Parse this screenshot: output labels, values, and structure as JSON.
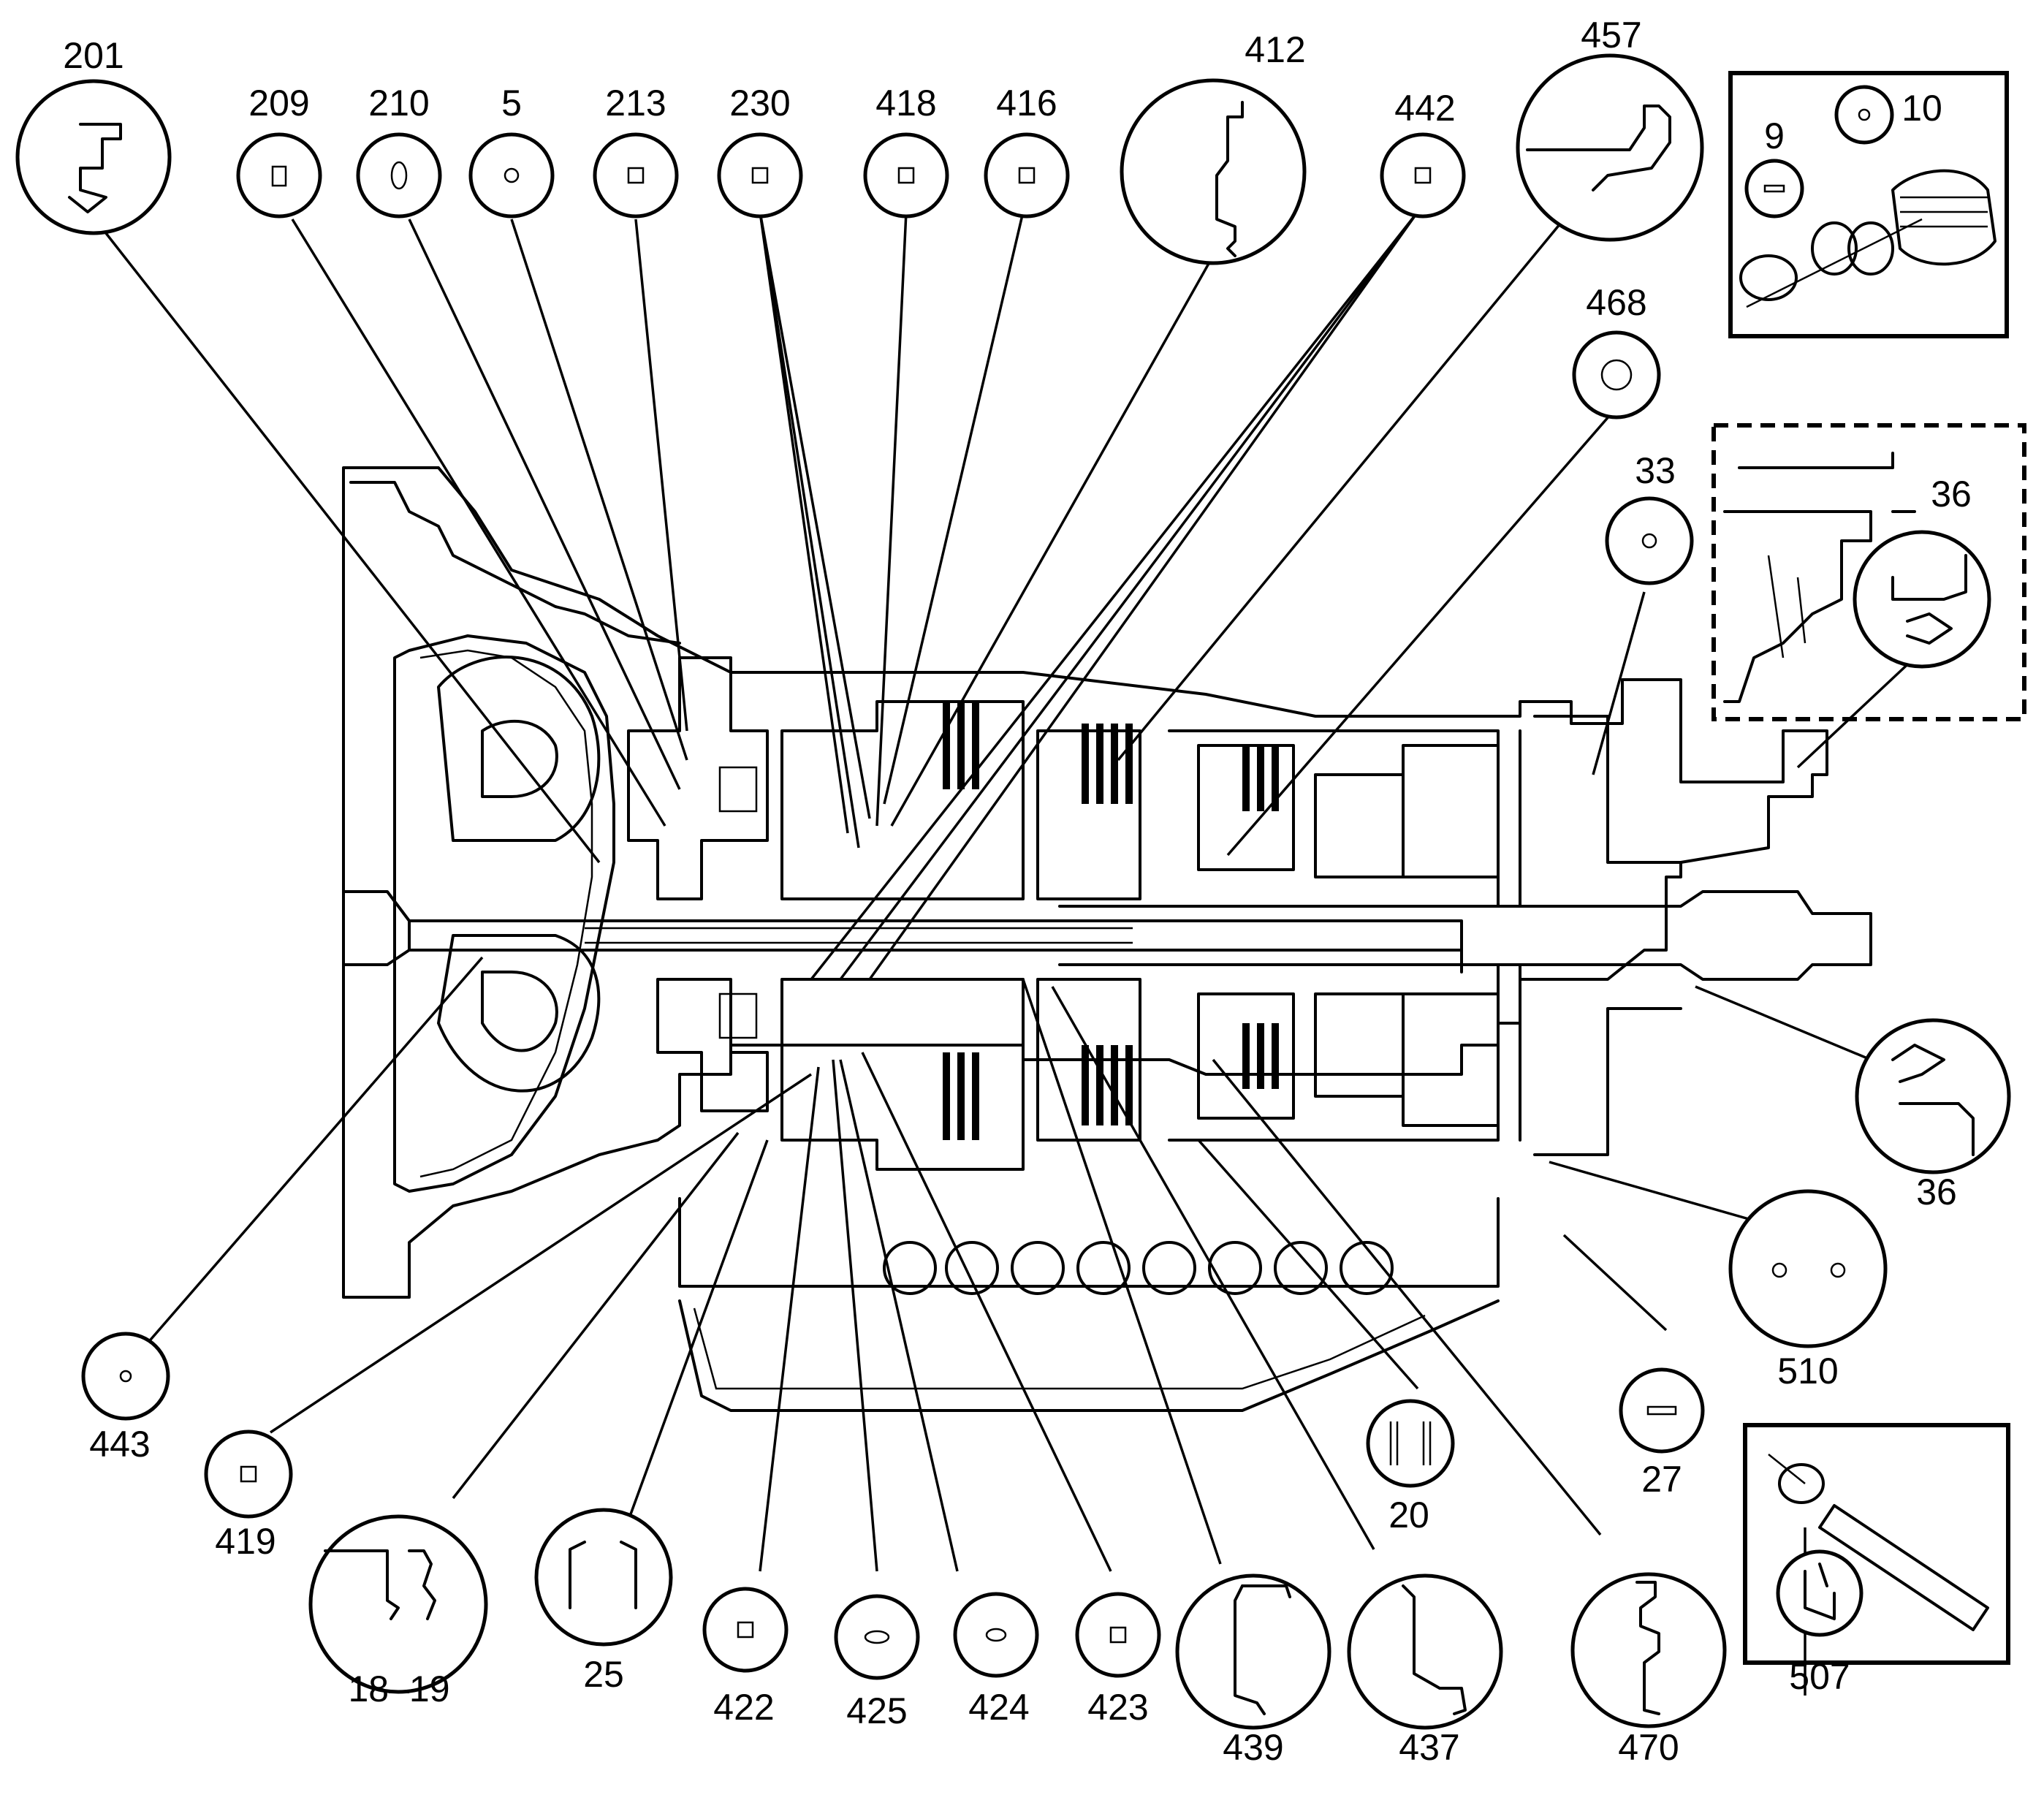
{
  "callouts": [
    {
      "id": "201"
    },
    {
      "id": "209"
    },
    {
      "id": "210"
    },
    {
      "id": "5"
    },
    {
      "id": "213"
    },
    {
      "id": "230"
    },
    {
      "id": "418"
    },
    {
      "id": "416"
    },
    {
      "id": "412"
    },
    {
      "id": "442"
    },
    {
      "id": "457"
    },
    {
      "id": "9"
    },
    {
      "id": "10"
    },
    {
      "id": "468"
    },
    {
      "id": "33"
    },
    {
      "id": "36"
    },
    {
      "id": "36"
    },
    {
      "id": "510"
    },
    {
      "id": "27"
    },
    {
      "id": "507"
    },
    {
      "id": "443"
    },
    {
      "id": "419"
    },
    {
      "id": "18–19"
    },
    {
      "id": "25"
    },
    {
      "id": "422"
    },
    {
      "id": "425"
    },
    {
      "id": "424"
    },
    {
      "id": "423"
    },
    {
      "id": "439"
    },
    {
      "id": "437"
    },
    {
      "id": "20"
    },
    {
      "id": "470"
    }
  ],
  "colors": {
    "ink": "#000000",
    "paper": "#ffffff"
  },
  "icons": [
    "seal-profile-icon",
    "square-ring-icon",
    "o-ring-icon",
    "washer-icon",
    "piston-seal-icon",
    "shaft-seal-icon"
  ]
}
